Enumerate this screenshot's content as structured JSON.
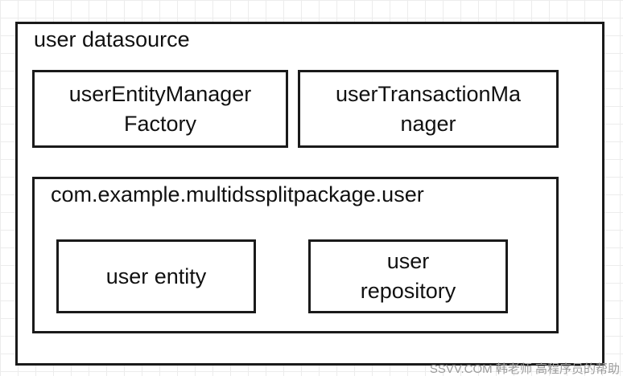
{
  "datasource": {
    "label": "user datasource"
  },
  "managers": {
    "entity_manager_factory_line1": "userEntityManager",
    "entity_manager_factory_line2": "Factory",
    "transaction_manager_line1": "userTransactionMa",
    "transaction_manager_line2": "nager"
  },
  "package": {
    "label": "com.example.multidssplitpackage.user",
    "entity_label": "user entity",
    "repository_line1": "user",
    "repository_line2": "repository"
  },
  "watermark": "SSVV.COM 韩老师 高程序员的帮助"
}
